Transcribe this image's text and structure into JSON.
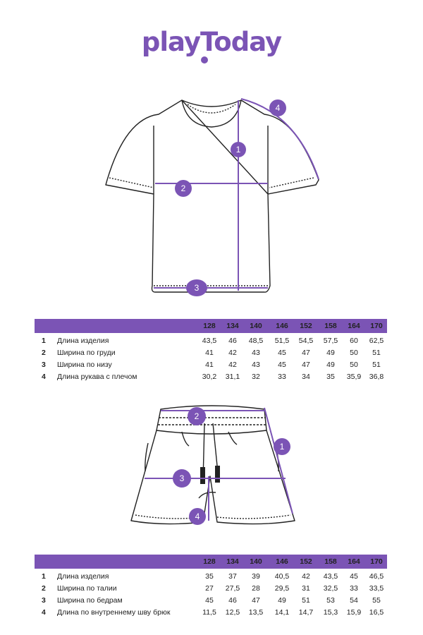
{
  "brand": {
    "logo_text": "playToday",
    "accent_color": "#7b54b5"
  },
  "tshirt_markers": [
    "1",
    "2",
    "3",
    "4"
  ],
  "shorts_markers": [
    "1",
    "2",
    "3",
    "4"
  ],
  "sizes": [
    "128",
    "134",
    "140",
    "146",
    "152",
    "158",
    "164",
    "170"
  ],
  "tshirt_table": {
    "rows": [
      {
        "num": "1",
        "label": "Длина изделия",
        "values": [
          "43,5",
          "46",
          "48,5",
          "51,5",
          "54,5",
          "57,5",
          "60",
          "62,5"
        ]
      },
      {
        "num": "2",
        "label": "Ширина по груди",
        "values": [
          "41",
          "42",
          "43",
          "45",
          "47",
          "49",
          "50",
          "51"
        ]
      },
      {
        "num": "3",
        "label": "Ширина по низу",
        "values": [
          "41",
          "42",
          "43",
          "45",
          "47",
          "49",
          "50",
          "51"
        ]
      },
      {
        "num": "4",
        "label": "Длина рукава с плечом",
        "values": [
          "30,2",
          "31,1",
          "32",
          "33",
          "34",
          "35",
          "35,9",
          "36,8"
        ]
      }
    ]
  },
  "shorts_table": {
    "rows": [
      {
        "num": "1",
        "label": "Длина изделия",
        "values": [
          "35",
          "37",
          "39",
          "40,5",
          "42",
          "43,5",
          "45",
          "46,5"
        ]
      },
      {
        "num": "2",
        "label": "Ширина по талии",
        "values": [
          "27",
          "27,5",
          "28",
          "29,5",
          "31",
          "32,5",
          "33",
          "33,5"
        ]
      },
      {
        "num": "3",
        "label": "Ширина по бедрам",
        "values": [
          "45",
          "46",
          "47",
          "49",
          "51",
          "53",
          "54",
          "55"
        ]
      },
      {
        "num": "4",
        "label": "Длина по внутреннему шву брюк",
        "values": [
          "11,5",
          "12,5",
          "13,5",
          "14,1",
          "14,7",
          "15,3",
          "15,9",
          "16,5"
        ]
      }
    ]
  }
}
